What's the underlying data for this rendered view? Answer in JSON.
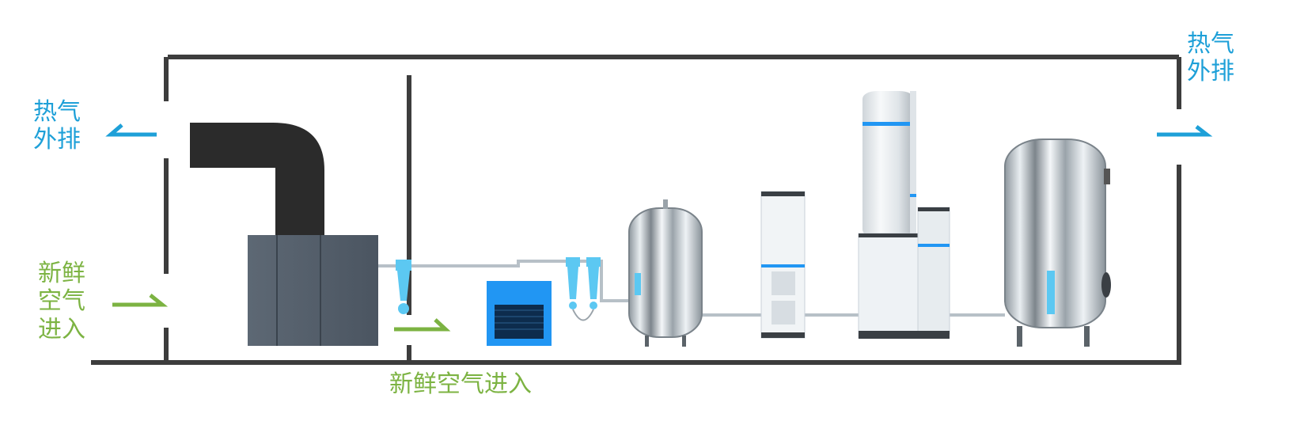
{
  "colors": {
    "hot_air": "#1ea0d8",
    "fresh_air": "#7cb342",
    "wall": "#3d3d3d",
    "compressor": "#556270",
    "duct": "#2b2b2b",
    "filter_blue": "#5cc8f2",
    "dryer_blue": "#2196f3",
    "steel": "#c9d1d8"
  },
  "labels": {
    "hot_exhaust_left": [
      "热气",
      "外排"
    ],
    "hot_exhaust_right": [
      "热气",
      "外排"
    ],
    "fresh_air_left": [
      "新鲜",
      "空气",
      "进入"
    ],
    "fresh_air_bottom": "新鲜空气进入"
  },
  "equipment": [
    {
      "name": "air-compressor",
      "icon": "compressor-icon"
    },
    {
      "name": "exhaust-duct",
      "icon": "duct-icon"
    },
    {
      "name": "inline-filter",
      "icon": "filter-icon"
    },
    {
      "name": "refrigerated-dryer",
      "icon": "dryer-icon"
    },
    {
      "name": "precision-filters",
      "icon": "filter-icon"
    },
    {
      "name": "air-receiver-tank",
      "icon": "tank-icon"
    },
    {
      "name": "adsorption-dryer",
      "icon": "dryer-cabinet-icon"
    },
    {
      "name": "generator-tower",
      "icon": "tower-icon"
    },
    {
      "name": "product-storage-tank",
      "icon": "tank-icon"
    }
  ]
}
